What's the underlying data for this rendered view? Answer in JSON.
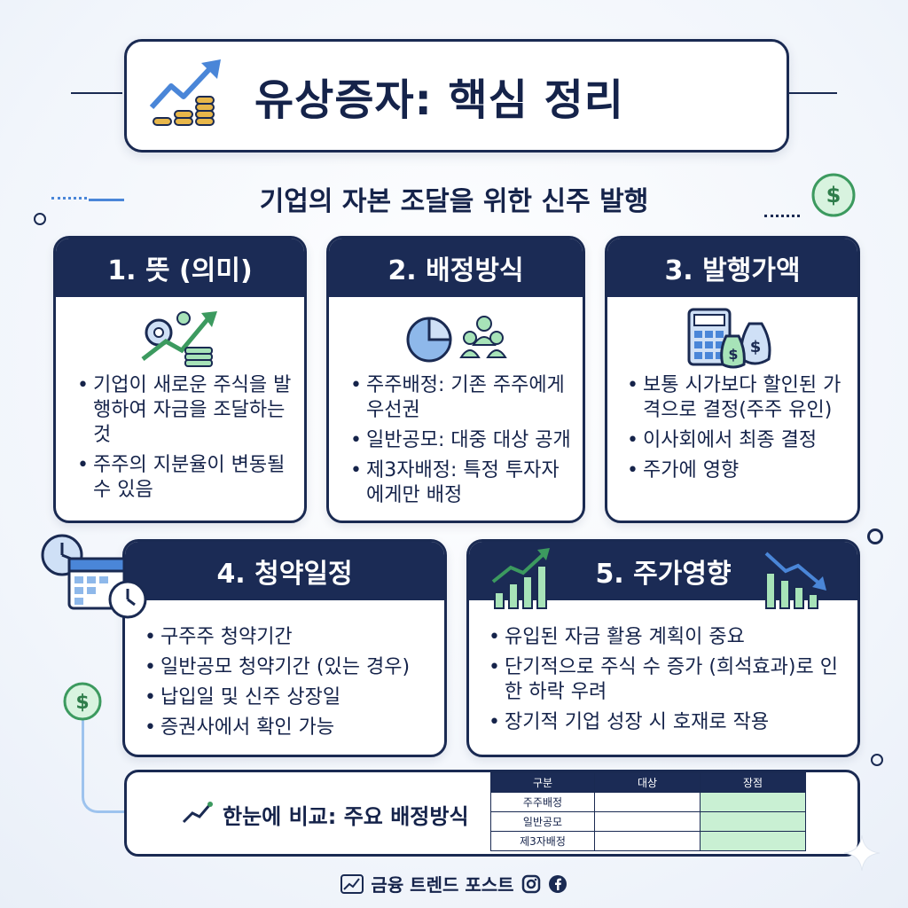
{
  "title": "유상증자: 핵심 정리",
  "subtitle": "기업의 자본 조달을 위한 신주 발행",
  "cards": [
    {
      "heading": "1. 뜻 (의미)",
      "bullets": [
        "기업이 새로운 주식을 발행하여 자금을 조달하는 것",
        "주주의 지분율이 변동될 수 있음"
      ]
    },
    {
      "heading": "2. 배정방식",
      "bullets": [
        "주주배정: 기존 주주에게 우선권",
        "일반공모: 대중 대상 공개",
        "제3자배정: 특정 투자자에게만 배정"
      ]
    },
    {
      "heading": "3. 발행가액",
      "bullets": [
        "보통 시가보다 할인된 가격으로 결정(주주 유인)",
        "이사회에서 최종 결정",
        "주가에 영향"
      ]
    },
    {
      "heading": "4. 청약일정",
      "bullets": [
        "구주주 청약기간",
        "일반공모 청약기간 (있는 경우)",
        "납입일 및 신주 상장일",
        "증권사에서 확인 가능"
      ]
    },
    {
      "heading": "5. 주가영향",
      "bullets": [
        "유입된 자금 활용 계획이 중요",
        "단기적으로 주식 수 증가 (희석효과)로 인한 하락 우려",
        "장기적 기업 성장 시 호재로 작용"
      ]
    }
  ],
  "compare": {
    "label": "한눈에 비교: 주요 배정방식",
    "headers": [
      "구분",
      "대상",
      "장점"
    ],
    "rows": [
      "주주배정",
      "일반공모",
      "제3자배정"
    ]
  },
  "footer": {
    "brand": "금융 트렌드 포스트"
  },
  "colors": {
    "navy": "#1b2b55",
    "accent_blue": "#4a86d8",
    "accent_green": "#8ee0a0",
    "coin": "#e8b74a"
  }
}
